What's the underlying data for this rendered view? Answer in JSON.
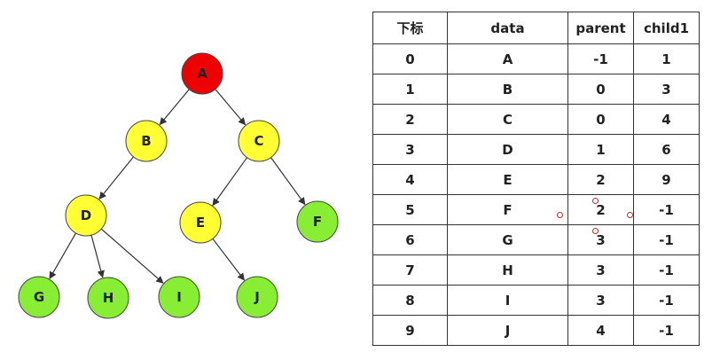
{
  "tree": {
    "colors": {
      "root": "#ee0000",
      "internal": "#ffff33",
      "leaf": "#88ee33",
      "stroke": "#444444",
      "edge": "#333333"
    },
    "nodes": [
      {
        "id": "A",
        "label": "A",
        "kind": "root"
      },
      {
        "id": "B",
        "label": "B",
        "kind": "internal"
      },
      {
        "id": "C",
        "label": "C",
        "kind": "internal"
      },
      {
        "id": "D",
        "label": "D",
        "kind": "internal"
      },
      {
        "id": "E",
        "label": "E",
        "kind": "internal"
      },
      {
        "id": "F",
        "label": "F",
        "kind": "leaf"
      },
      {
        "id": "G",
        "label": "G",
        "kind": "leaf"
      },
      {
        "id": "H",
        "label": "H",
        "kind": "leaf"
      },
      {
        "id": "I",
        "label": "I",
        "kind": "leaf"
      },
      {
        "id": "J",
        "label": "J",
        "kind": "leaf"
      }
    ],
    "edges": [
      [
        "A",
        "B"
      ],
      [
        "A",
        "C"
      ],
      [
        "B",
        "D"
      ],
      [
        "C",
        "E"
      ],
      [
        "C",
        "F"
      ],
      [
        "D",
        "G"
      ],
      [
        "D",
        "H"
      ],
      [
        "D",
        "I"
      ],
      [
        "E",
        "J"
      ]
    ]
  },
  "table": {
    "headers": [
      "下标",
      "data",
      "parent",
      "child1"
    ],
    "rows": [
      [
        "0",
        "A",
        "-1",
        "1"
      ],
      [
        "1",
        "B",
        "0",
        "3"
      ],
      [
        "2",
        "C",
        "0",
        "4"
      ],
      [
        "3",
        "D",
        "1",
        "6"
      ],
      [
        "4",
        "E",
        "2",
        "9"
      ],
      [
        "5",
        "F",
        "2",
        "-1"
      ],
      [
        "6",
        "G",
        "3",
        "-1"
      ],
      [
        "7",
        "H",
        "3",
        "-1"
      ],
      [
        "8",
        "I",
        "3",
        "-1"
      ],
      [
        "9",
        "J",
        "4",
        "-1"
      ]
    ]
  }
}
